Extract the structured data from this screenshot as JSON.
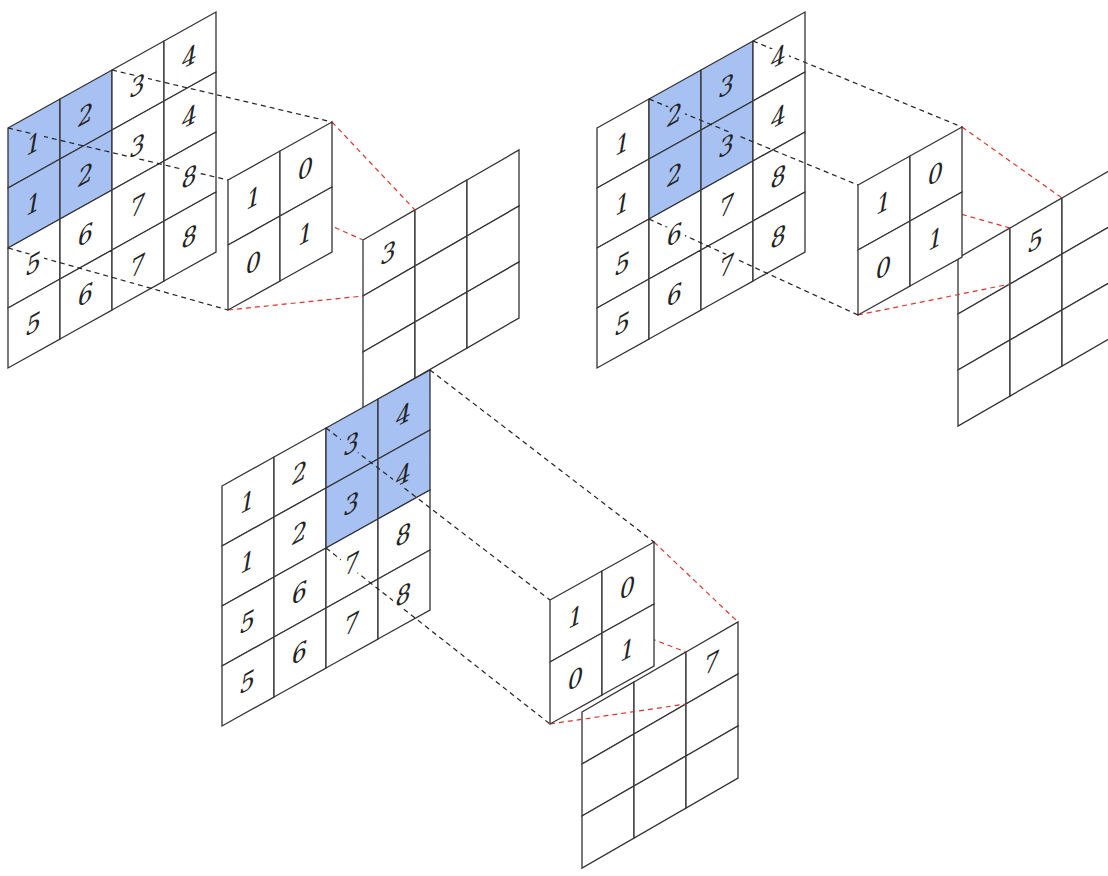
{
  "diagram": {
    "labels": [
      "1",
      "2",
      "3",
      "4",
      "1",
      "2",
      "3",
      "4",
      "5",
      "6",
      "7",
      "8",
      "5",
      "6",
      "7",
      "8",
      "1",
      "0",
      "0",
      "1",
      "3",
      "1",
      "2",
      "3",
      "4",
      "1",
      "2",
      "3",
      "4",
      "5",
      "6",
      "7",
      "8",
      "5",
      "6",
      "7",
      "8",
      "1",
      "0",
      "0",
      "1",
      "5",
      "1",
      "2",
      "3",
      "4",
      "1",
      "2",
      "3",
      "4",
      "5",
      "6",
      "7",
      "8",
      "5",
      "6",
      "7",
      "8",
      "1",
      "0",
      "0",
      "1",
      "7"
    ]
  }
}
